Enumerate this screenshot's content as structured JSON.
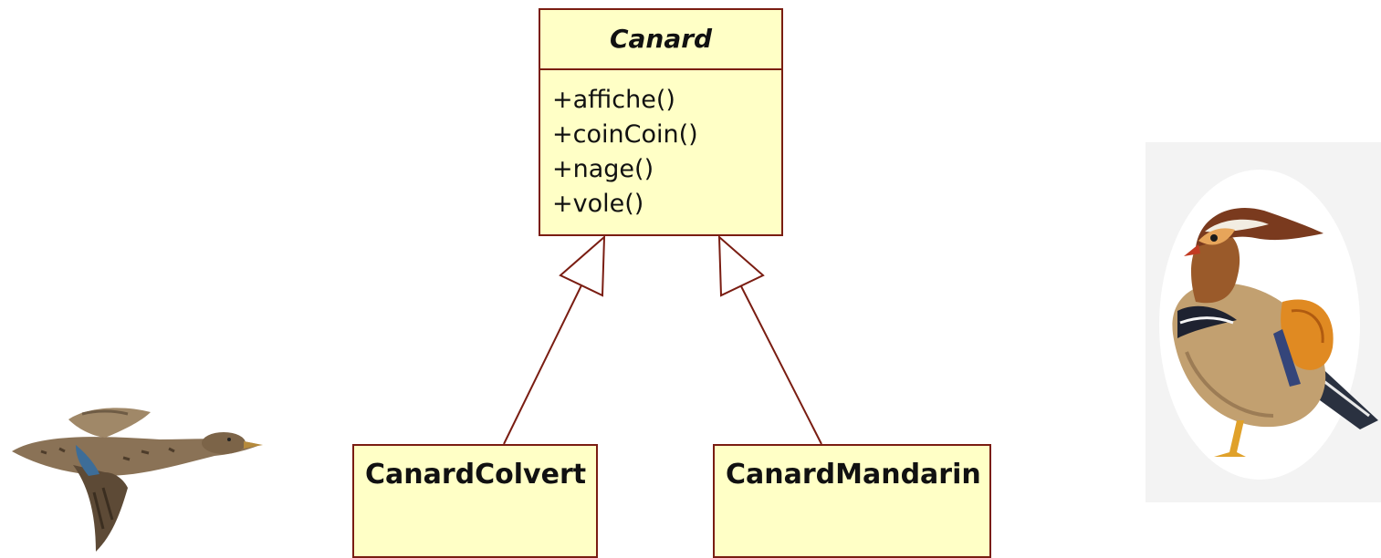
{
  "diagram": {
    "type": "uml-class-diagram",
    "classes": {
      "canard": {
        "name": "Canard",
        "abstract": true,
        "operations": [
          "+affiche()",
          "+coinCoin()",
          "+nage()",
          "+vole()"
        ]
      },
      "colvert": {
        "name": "CanardColvert",
        "operations": []
      },
      "mandarin": {
        "name": "CanardMandarin",
        "operations": []
      }
    },
    "relations": [
      {
        "type": "generalization",
        "from": "CanardColvert",
        "to": "Canard"
      },
      {
        "type": "generalization",
        "from": "CanardMandarin",
        "to": "Canard"
      }
    ],
    "colors": {
      "box_fill": "#ffffc6",
      "box_border": "#7a1d12",
      "text": "#111111"
    }
  },
  "illustrations": [
    {
      "name": "flying-mallard-duck-image"
    },
    {
      "name": "mandarin-duck-image"
    }
  ]
}
